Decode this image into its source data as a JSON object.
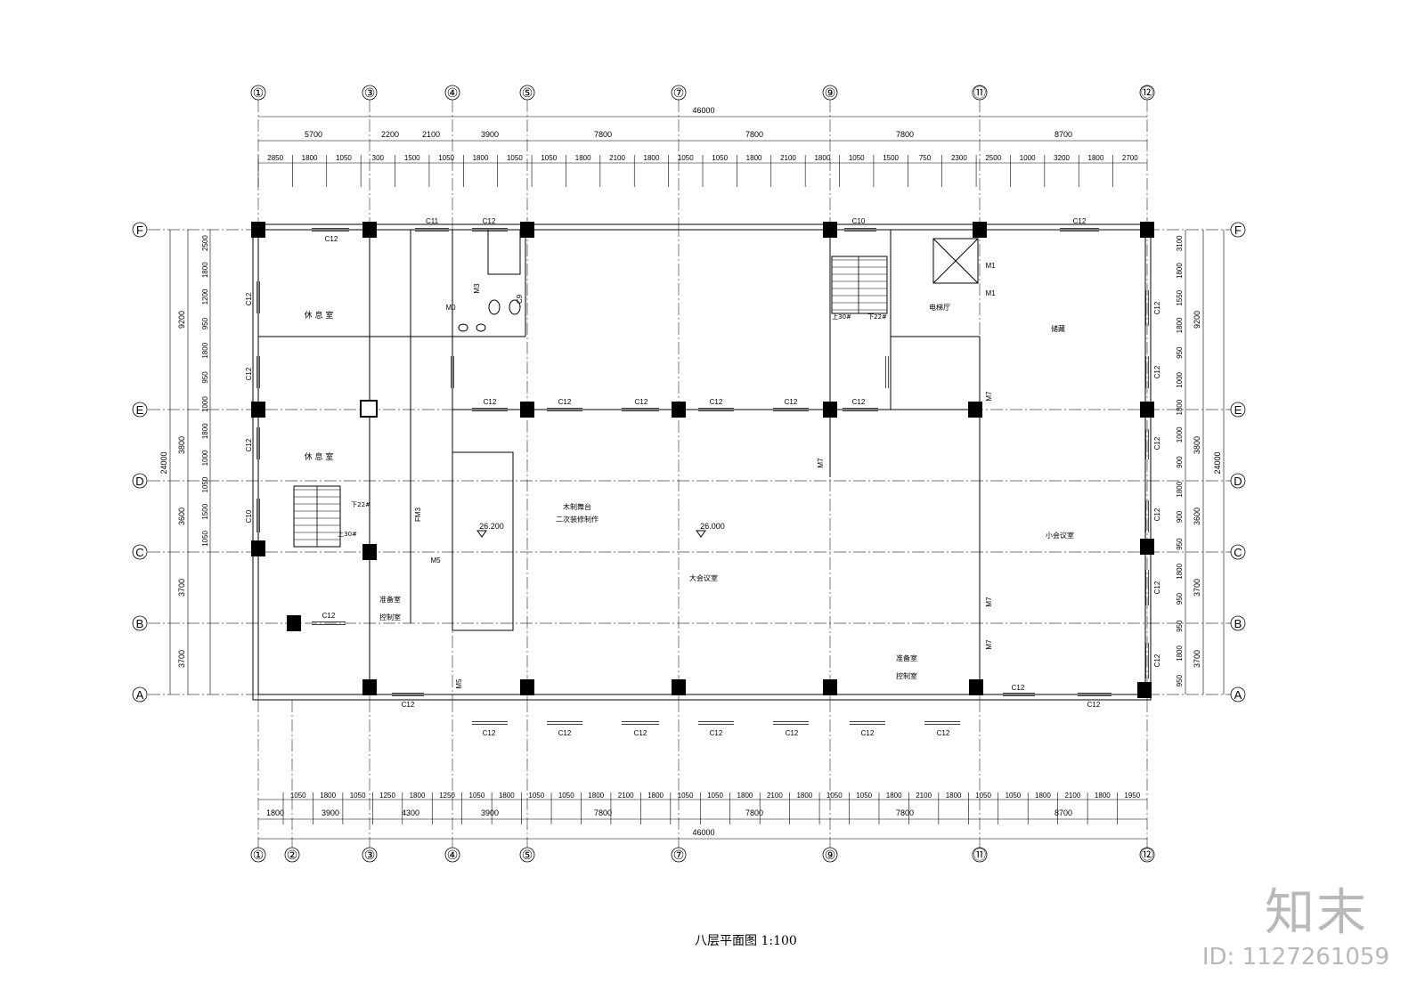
{
  "drawing": {
    "title": "八层平面图 1:100",
    "brand": "知末",
    "id_label": "ID: 1127261059"
  },
  "axes": {
    "vertical": [
      "①",
      "②",
      "③",
      "④",
      "⑤",
      "⑦",
      "⑨",
      "⑪",
      "⑫"
    ],
    "vertical_top": [
      "①",
      "③",
      "④",
      "⑤",
      "⑦",
      "⑨",
      "⑪",
      "⑫"
    ],
    "horizontal": [
      "F",
      "E",
      "D",
      "C",
      "B",
      "A"
    ]
  },
  "dims": {
    "top_overall": "46000",
    "top_main": [
      "5700",
      "2200",
      "2100",
      "3900",
      "7800",
      "7800",
      "7800",
      "8700"
    ],
    "top_detail": [
      "2850",
      "1800",
      "1050",
      "300",
      "1500",
      "1050",
      "1800",
      "1050",
      "1050",
      "1800",
      "2100",
      "1800",
      "1050",
      "1050",
      "1800",
      "2100",
      "1800",
      "1050",
      "1500",
      "750",
      "2300",
      "2500",
      "1000",
      "3200",
      "1800",
      "2700"
    ],
    "bottom_detail": [
      "1050",
      "1800",
      "1050",
      "1250",
      "1800",
      "1250",
      "1050",
      "1800",
      "1050",
      "1050",
      "1800",
      "2100",
      "1800",
      "1050",
      "1050",
      "1800",
      "2100",
      "1800",
      "1050",
      "1050",
      "1800",
      "2100",
      "1800",
      "1050",
      "1050",
      "1800",
      "2100",
      "1800",
      "1950"
    ],
    "bottom_main": [
      "1800",
      "3900",
      "4300",
      "3900",
      "7800",
      "7800",
      "7800",
      "8700"
    ],
    "bottom_overall": "46000",
    "left_overall": "24000",
    "left_main": [
      "9200",
      "3800",
      "3600",
      "3700",
      "3700"
    ],
    "left_detail": [
      "2500",
      "1800",
      "1200",
      "950",
      "1800",
      "950",
      "1000",
      "1800",
      "1000",
      "1050",
      "1500",
      "1050"
    ],
    "right_overall": "24000",
    "right_main": [
      "9200",
      "3800",
      "3600",
      "3700",
      "3700"
    ],
    "right_detail": [
      "3100",
      "1800",
      "1550",
      "1800",
      "950",
      "1000",
      "1800",
      "1000",
      "900",
      "1800",
      "900",
      "950",
      "1800",
      "950",
      "950",
      "1800",
      "950"
    ]
  },
  "rooms": {
    "lounge_1": "休 息 室",
    "lounge_2": "休 息 室",
    "prep_left": "准备室",
    "control_left": "控制室",
    "stage": "木制舞台",
    "stage_note": "二次装修制作",
    "big_meeting": "大会议室",
    "small_meeting": "小会议室",
    "storage": "储藏",
    "elevator_hall": "电梯厅",
    "prep_right": "准备室",
    "control_right": "控制室"
  },
  "levels": {
    "stage_level": "26.200",
    "floor_level": "26.000"
  },
  "stairs": {
    "up_left": "上30#",
    "down_left": "下22#",
    "up_right": "上30#",
    "down_right": "下22#"
  },
  "openings": {
    "window_c12": "C12",
    "window_c11": "C11",
    "window_c10": "C10",
    "window_c9": "C9",
    "door_m7": "M7",
    "door_m5": "M5",
    "door_m3": "M3",
    "door_m1": "M1",
    "door_m0": "M0",
    "door_fm3": "FM3"
  }
}
